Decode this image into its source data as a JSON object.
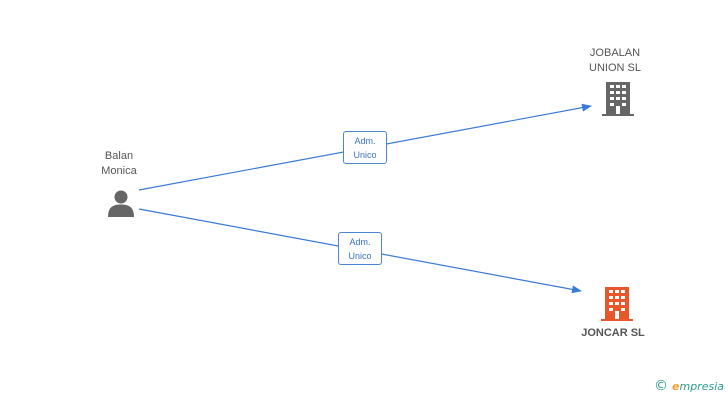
{
  "people": [
    {
      "name_line1": "Balan",
      "name_line2": "Monica"
    }
  ],
  "companies": [
    {
      "name_line1": "JOBALAN",
      "name_line2": "UNION SL",
      "color": "#666666"
    },
    {
      "name_line1": "JONCAR SL",
      "name_line2": "",
      "color": "#e8562a"
    }
  ],
  "relations": [
    {
      "line1": "Adm.",
      "line2": "Unico"
    },
    {
      "line1": "Adm.",
      "line2": "Unico"
    }
  ],
  "colors": {
    "edge": "#3a7bd5"
  },
  "watermark": {
    "copyright": "©",
    "brand_first": "e",
    "brand_rest": "mpresia"
  }
}
